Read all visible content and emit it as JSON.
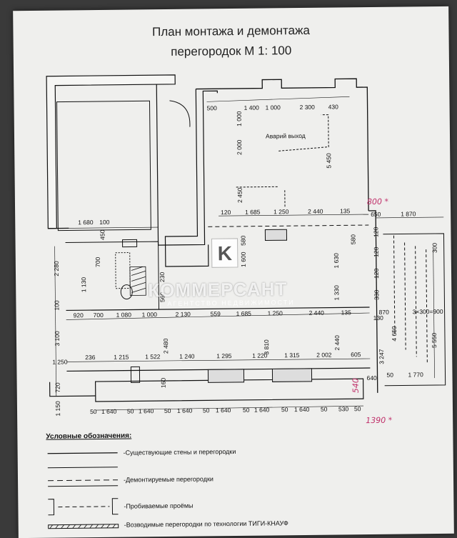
{
  "title": {
    "line1": "План монтажа и демонтажа",
    "line2": "перегородок М 1: 100"
  },
  "plan": {
    "label_exit": "Аварий выход",
    "dims_top": [
      "500",
      "1 400",
      "1 000",
      "2 300",
      "430"
    ],
    "dims_vertical_upper": [
      "2 000",
      "1 000",
      "5 450",
      "2 450"
    ],
    "dims_row2": [
      "1 680",
      "100",
      "120",
      "1 685",
      "1 250",
      "2 440",
      "135",
      "650",
      "1 870"
    ],
    "dims_left": [
      "450",
      "2 280",
      "1 130",
      "700",
      "100",
      "3 100",
      "1 250",
      "720",
      "1 150"
    ],
    "dims_mid_small": [
      "230",
      "560",
      "1 600",
      "580",
      "1 630",
      "1 330",
      "580",
      "120",
      "120",
      "120",
      "300",
      "330",
      "130"
    ],
    "dims_row3": [
      "920",
      "700",
      "1 080",
      "1 000",
      "2 130",
      "559",
      "1 685",
      "1 250",
      "2 440",
      "135"
    ],
    "dims_mid_vertical": [
      "2 480",
      "3 810",
      "2 440",
      "160"
    ],
    "dims_right": [
      "870",
      "3×300=900",
      "4 650",
      "5 550",
      "3 247",
      "640",
      "50",
      "1 770"
    ],
    "dims_row4": [
      "236",
      "1 215",
      "1 522",
      "1 240",
      "1 295",
      "1 220",
      "1 315",
      "2 002",
      "605"
    ],
    "dims_bottom": [
      "50",
      "1 640",
      "50",
      "1 640",
      "50",
      "1 640",
      "50",
      "1 640",
      "50",
      "1 640",
      "50",
      "1 640",
      "50",
      "530",
      "50"
    ],
    "handwritten": [
      "800 *",
      "1390 *",
      "540"
    ]
  },
  "watermark": {
    "brand": "КОММЕРСАНТ",
    "sub": "АГЕНТСТВО НЕДВИЖИМОСТИ",
    "logo_letter": "K"
  },
  "legend": {
    "heading": "Условные обозначения:",
    "items": [
      "-Существующие стены  и перегородки",
      "-Демонтируемые перегородки",
      "-Пробиваемые проёмы",
      "-Возводимые перегородки по технологии ТИГИ-КНАУФ"
    ]
  },
  "colors": {
    "paper": "#efefed",
    "ink": "#111111",
    "hand": "#c0306a",
    "photo_bg": "#3a3a3a"
  }
}
